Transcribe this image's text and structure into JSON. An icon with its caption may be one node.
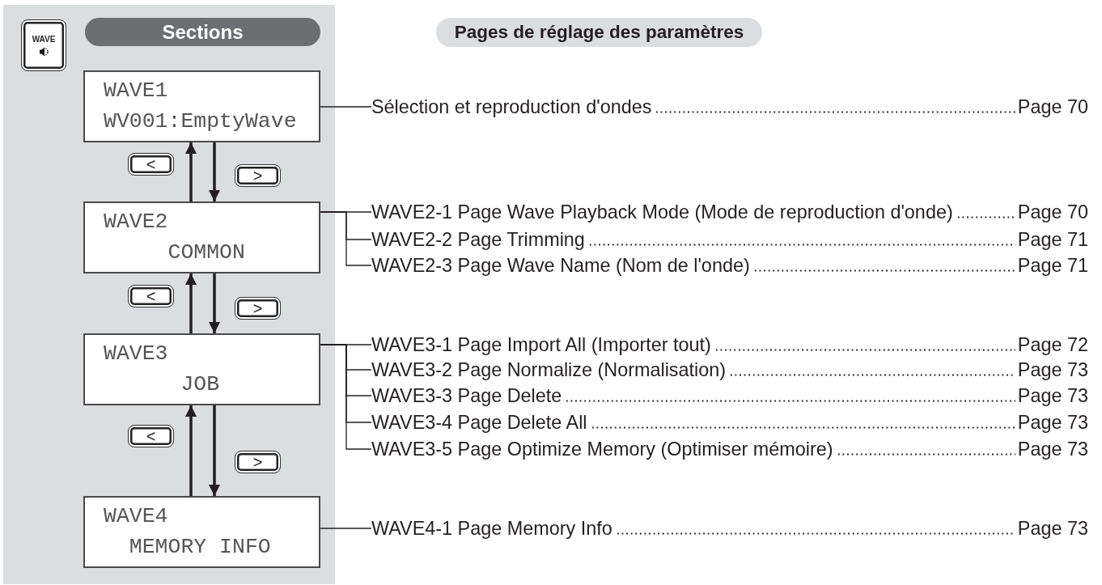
{
  "diagram": {
    "nodes": [
      {
        "text": [
          "Sections"
        ]
      },
      {
        "text": [
          "WAVE"
        ],
        "in": 0
      },
      {
        "text": [
          "WAVE1",
          "WV001:EmptyWave"
        ],
        "in": 0
      },
      {
        "text": [
          "WAVE2",
          "COMMON"
        ],
        "in": 0
      },
      {
        "text": [
          "WAVE3",
          "JOB"
        ],
        "in": 0
      },
      {
        "text": [
          "WAVE4",
          "MEMORY INFO"
        ],
        "in": 0
      },
      {
        "text": [
          "Pages de réglage des paramètres"
        ]
      },
      {
        "text": [
          "Sélection et reproduction d'ondes",
          "Page 70"
        ]
      },
      {
        "text": [
          "WAVE2-1 Page Wave Playback Mode (Mode de reproduction d'onde)",
          "Page 70"
        ]
      },
      {
        "text": [
          "WAVE2-2 Page Trimming",
          "Page 71"
        ]
      },
      {
        "text": [
          "WAVE2-3 Page Wave Name (Nom de l'onde)",
          "Page 71"
        ]
      },
      {
        "text": [
          "WAVE3-1 Page Import All (Importer tout)",
          "Page 72"
        ]
      },
      {
        "text": [
          "WAVE3-2 Page Normalize (Normalisation)",
          "Page 73"
        ]
      },
      {
        "text": [
          "WAVE3-3 Page Delete",
          "Page 73"
        ]
      },
      {
        "text": [
          "WAVE3-4 Page Delete All",
          "Page 73"
        ]
      },
      {
        "text": [
          "WAVE3-5 Page Optimize Memory (Optimiser mémoire)",
          "Page 73"
        ]
      },
      {
        "text": [
          "WAVE4-1 Page Memory Info",
          "Page 73"
        ]
      }
    ],
    "edges": [
      {
        "from": 3,
        "to": 2,
        "arrow": "to",
        "label": "<",
        "style": "thick"
      },
      {
        "from": 2,
        "to": 3,
        "arrow": "to",
        "label": ">",
        "style": "thick"
      },
      {
        "from": 4,
        "to": 3,
        "arrow": "to",
        "label": "<",
        "style": "thick"
      },
      {
        "from": 3,
        "to": 4,
        "arrow": "to",
        "label": ">",
        "style": "thick"
      },
      {
        "from": 5,
        "to": 4,
        "arrow": "to",
        "label": "<",
        "style": "thick"
      },
      {
        "from": 4,
        "to": 5,
        "arrow": "to",
        "label": ">",
        "style": "thick"
      },
      {
        "from": 2,
        "to": 7,
        "arrow": "none"
      },
      {
        "from": 3,
        "to": 8,
        "arrow": "none"
      },
      {
        "from": 3,
        "to": 9,
        "arrow": "none"
      },
      {
        "from": 3,
        "to": 10,
        "arrow": "none"
      },
      {
        "from": 4,
        "to": 11,
        "arrow": "none"
      },
      {
        "from": 4,
        "to": 12,
        "arrow": "none"
      },
      {
        "from": 4,
        "to": 13,
        "arrow": "none"
      },
      {
        "from": 4,
        "to": 14,
        "arrow": "none"
      },
      {
        "from": 4,
        "to": 15,
        "arrow": "none"
      },
      {
        "from": 5,
        "to": 16,
        "arrow": "none"
      }
    ]
  }
}
